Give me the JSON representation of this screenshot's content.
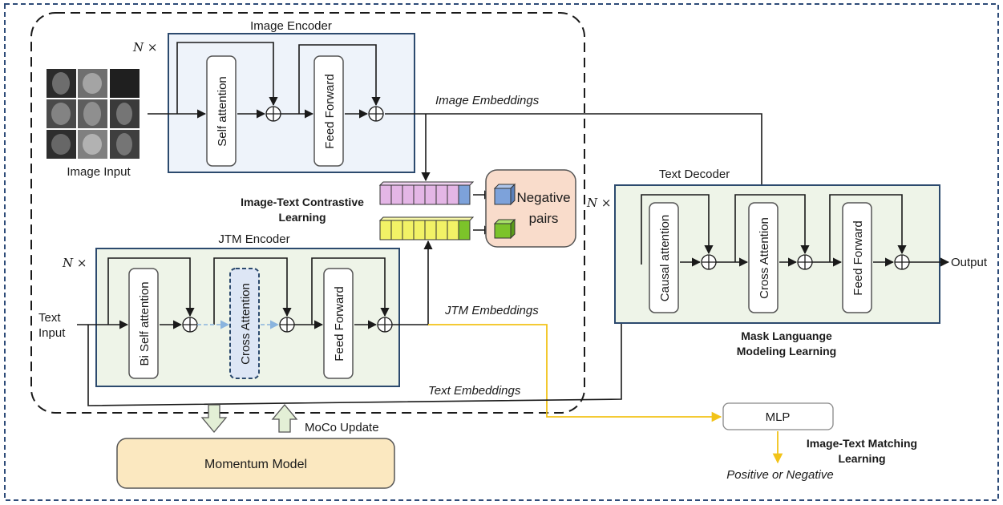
{
  "image_encoder": {
    "title": "Image Encoder",
    "repeat": "N ×",
    "self_attention": "Self attention",
    "feed_forward": "Feed Forward"
  },
  "image_input": {
    "label": "Image Input"
  },
  "image_embeddings": "Image Embeddings",
  "itc": {
    "line1": "Image-Text Contrastive",
    "line2": "Learning",
    "negative_pairs_1": "Negative",
    "negative_pairs_2": "pairs"
  },
  "jtm_encoder": {
    "title": "JTM Encoder",
    "repeat": "N ×",
    "bi_self_attention": "Bi Self attention",
    "cross_attention": "Cross Attention",
    "feed_forward": "Feed Forward"
  },
  "text_input": {
    "line1": "Text",
    "line2": "Input"
  },
  "jtm_embeddings": "JTM Embeddings",
  "text_embeddings": "Text Embeddings",
  "text_decoder": {
    "title": "Text Decoder",
    "repeat": "N ×",
    "causal_attention": "Causal attention",
    "cross_attention": "Cross Attention",
    "feed_forward": "Feed Forward"
  },
  "output": "Output",
  "mlm": {
    "line1": "Mask Languange",
    "line2": "Modeling Learning"
  },
  "mlp": "MLP",
  "itm": {
    "line1": "Image-Text Matching",
    "line2": "Learning"
  },
  "positive_or_negative": "Positive or Negative",
  "moco_update": "MoCo Update",
  "momentum_model": "Momentum Model",
  "colors": {
    "encoder_fill": "#eef3fa",
    "jtm_fill": "#eef4e8",
    "negative_fill": "#f9dccb",
    "momentum_fill": "#fbe8c0",
    "image_vec": "#e4b6e6",
    "text_vec": "#f2f266",
    "blue_cube": "#7da2da",
    "green_cube": "#7cc32a",
    "yellow_line": "#f2c318",
    "dashed_cross": "#5a7fb0"
  }
}
